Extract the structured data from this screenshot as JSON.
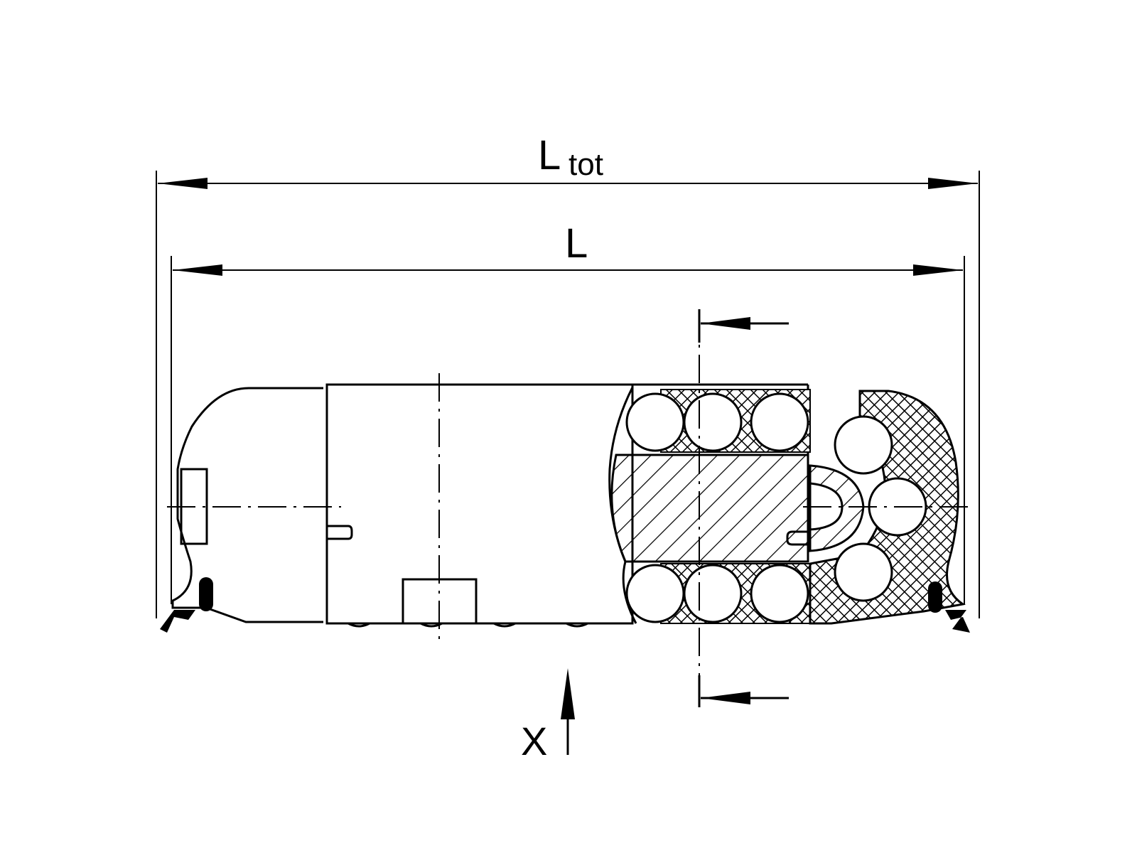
{
  "drawing": {
    "type": "technical section drawing",
    "subject": "linear ball bushing with recirculating balls",
    "stroke_color": "#000000",
    "background": "#ffffff"
  },
  "dimensions": {
    "total_length": {
      "label_main": "L",
      "label_sub": "tot"
    },
    "length": {
      "label": "L"
    }
  },
  "annotations": {
    "direction_label": "X"
  },
  "section_marker": {
    "description": "section cut arrows A-A (top and bottom)"
  }
}
